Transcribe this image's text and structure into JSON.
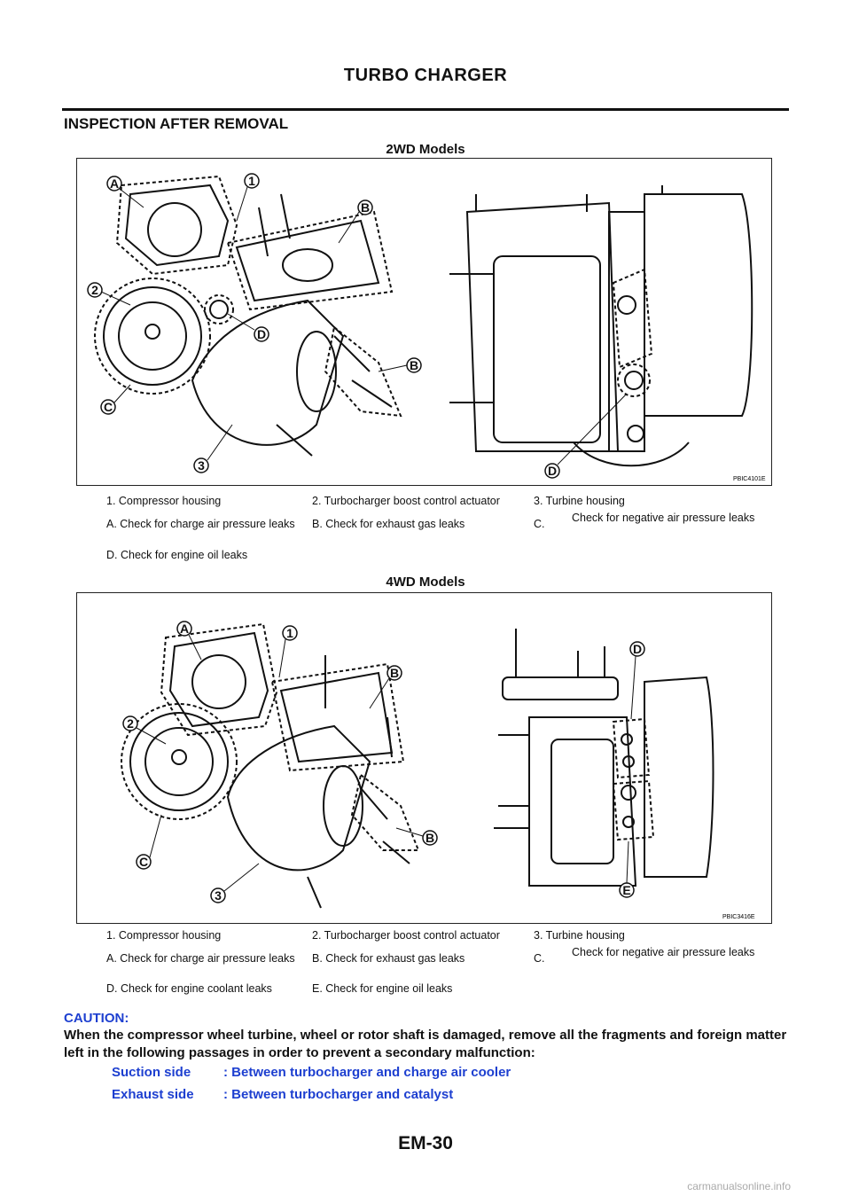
{
  "header": {
    "title": "TURBO CHARGER"
  },
  "section": {
    "heading": "INSPECTION AFTER REMOVAL"
  },
  "figures": [
    {
      "heading": "2WD Models",
      "code": "PBIC4101E",
      "callouts": [
        "A",
        "1",
        "B",
        "2",
        "D",
        "B",
        "C",
        "3",
        "D"
      ],
      "legend": [
        "1. Compressor housing",
        "2. Turbocharger boost control actuator",
        "3. Turbine housing",
        "A. Check for charge air pressure leaks",
        "B. Check for exhaust gas leaks",
        "C.",
        "Check for negative air pressure leaks",
        "D. Check for engine oil leaks"
      ]
    },
    {
      "heading": "4WD Models",
      "code": "PBIC3416E",
      "callouts": [
        "A",
        "1",
        "B",
        "2",
        "B",
        "C",
        "3",
        "D",
        "E"
      ],
      "legend": [
        "1. Compressor housing",
        "2. Turbocharger boost control actuator",
        "3. Turbine housing",
        "A. Check for charge air pressure leaks",
        "B. Check for exhaust gas leaks",
        "C.",
        "Check for negative air pressure leaks",
        "D. Check for engine coolant leaks",
        "E. Check for engine oil leaks"
      ]
    }
  ],
  "caution": {
    "label": "CAUTION:",
    "text": "When the compressor wheel turbine, wheel or rotor shaft is damaged, remove all the fragments and foreign matter left in the following passages in order to prevent a secondary malfunction:",
    "items": [
      {
        "side": "Suction side",
        "desc": ": Between turbocharger and charge air cooler"
      },
      {
        "side": "Exhaust side",
        "desc": ": Between turbocharger and catalyst"
      }
    ]
  },
  "footer": {
    "page_number": "EM-30",
    "watermark": "carmanualsonline.info"
  }
}
